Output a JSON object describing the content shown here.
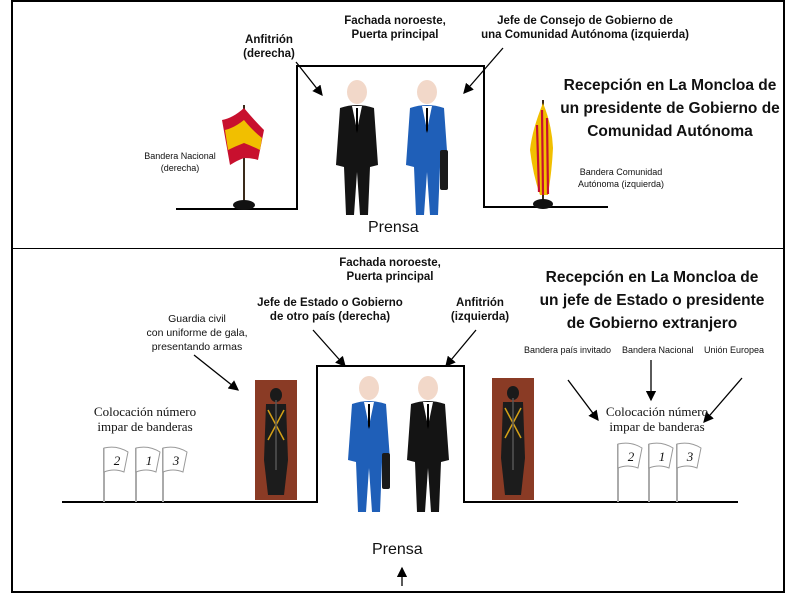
{
  "top": {
    "title": "Recepción en La Moncloa de\nun presidente de Gobierno de\nComunidad Autónoma",
    "label_facade": "Fachada noroeste,\nPuerta principal",
    "label_host": "Anfitrión\n(derecha)",
    "label_regional_leader": "Jefe de Consejo de Gobierno de\nuna Comunidad Autónoma (izquierda)",
    "label_national_flag": "Bandera Nacional\n(derecha)",
    "label_regional_flag": "Bandera Comunidad\nAutónoma (izquierda)",
    "label_press": "Prensa"
  },
  "bottom": {
    "title": "Recepción en La Moncloa de\nun jefe de Estado o presidente\nde Gobierno extranjero",
    "label_facade": "Fachada noroeste,\nPuerta principal",
    "label_head_of_state": "Jefe de Estado o Gobierno\nde otro país (derecha)",
    "label_host": "Anfitrión\n(izquierda)",
    "label_guard": "Guardia civil\ncon uniforme de gala,\npresentando armas",
    "label_guest_flag": "Bandera país invitado",
    "label_national_flag": "Bandera Nacional",
    "label_eu_flag": "Unión Europea",
    "label_flag_order_left": "Colocación número\nimpar de banderas",
    "label_flag_order_right": "Colocación número\nimpar de banderas",
    "flag_numbers_left": [
      "2",
      "1",
      "3"
    ],
    "flag_numbers_right": [
      "2",
      "1",
      "3"
    ],
    "label_press": "Prensa"
  },
  "colors": {
    "blue_suit": "#1f5fb8",
    "black_suit": "#141414",
    "spain_red": "#c8102e",
    "spain_yellow": "#f1bf00",
    "guard_bg": "#8a3b25"
  }
}
